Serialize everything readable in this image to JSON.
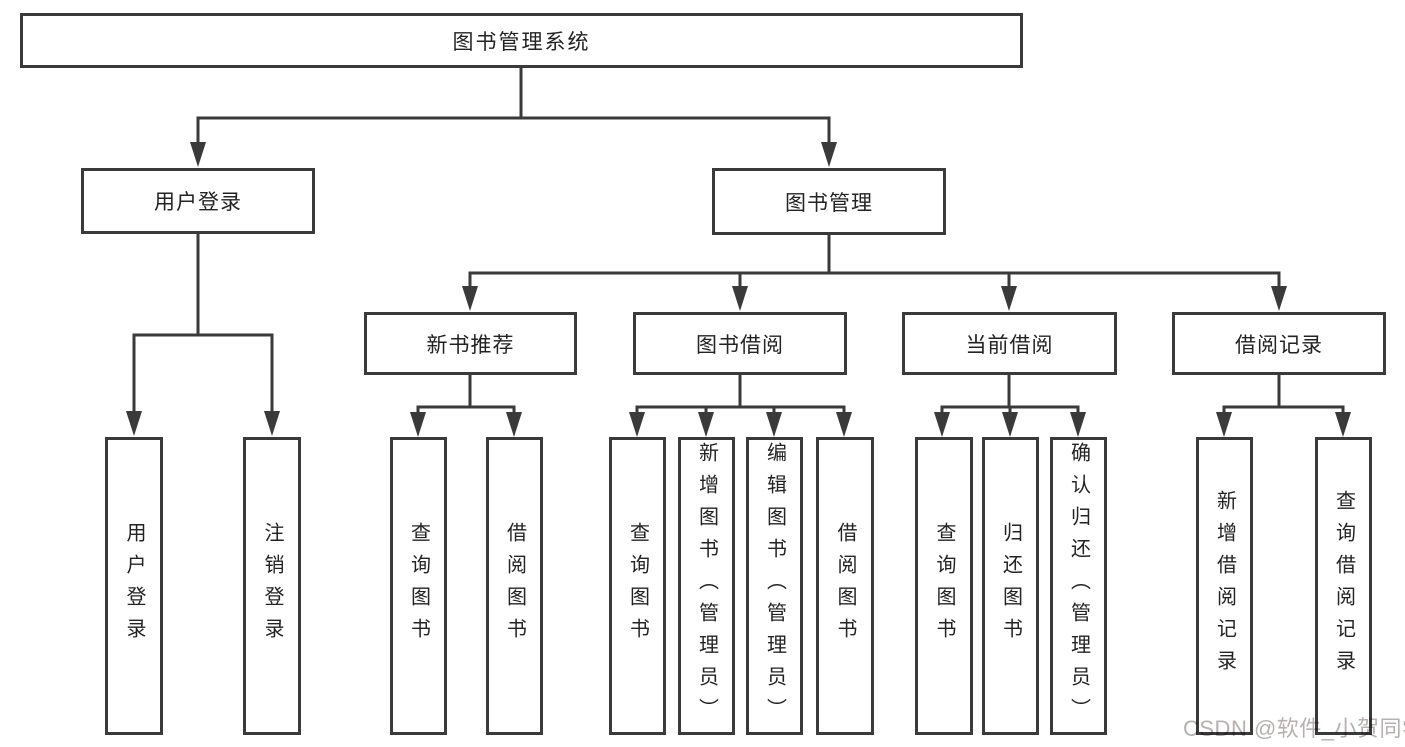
{
  "diagram": {
    "root": {
      "label": "图书管理系统"
    },
    "level1": [
      {
        "label": "用户登录",
        "leaves": [
          "用户登录",
          "注销登录"
        ]
      },
      {
        "label": "图书管理",
        "children": [
          {
            "label": "新书推荐",
            "leaves": [
              "查询图书",
              "借阅图书"
            ]
          },
          {
            "label": "图书借阅",
            "leaves": [
              "查询图书",
              "新增图书（管理员）",
              "编辑图书（管理员）",
              "借阅图书"
            ]
          },
          {
            "label": "当前借阅",
            "leaves": [
              "查询图书",
              "归还图书",
              "确认归还（管理员）"
            ]
          },
          {
            "label": "借阅记录",
            "leaves": [
              "新增借阅记录",
              "查询借阅记录"
            ]
          }
        ]
      }
    ]
  },
  "watermark": "CSDN @软件_小贺同学",
  "colors": {
    "line": "#3a3a3a",
    "text": "#232323",
    "watermark": "#b6b0b0",
    "background": "#ffffff"
  }
}
